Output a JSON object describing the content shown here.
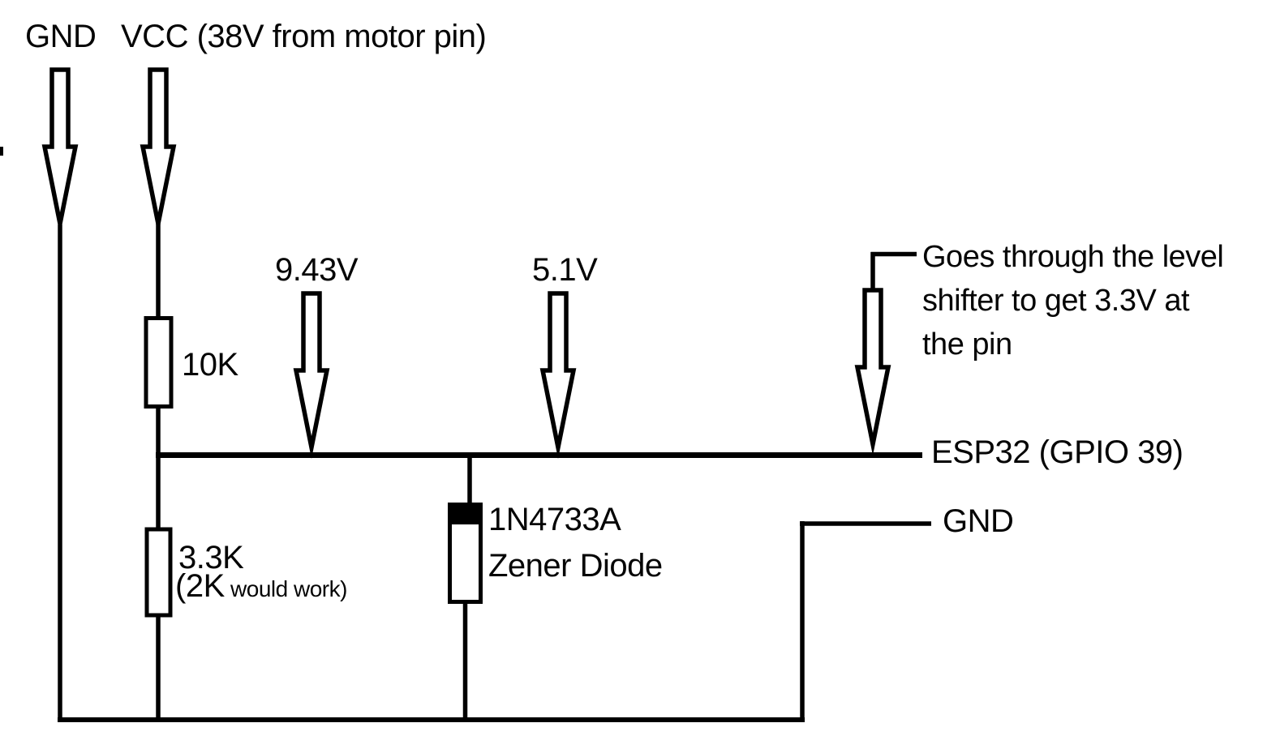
{
  "diagram": {
    "background": "#ffffff",
    "ink_color": "#000000",
    "power": {
      "gnd_label": "GND",
      "vcc_label": "VCC (38V from motor pin)"
    },
    "voltages": {
      "divider_node": "9.43V",
      "zener_node": "5.1V"
    },
    "components": {
      "r1_value": "10K",
      "r2_value": "3.3K",
      "r2_note_value": "(2K",
      "r2_note_rest": " would work)",
      "zener_part": "1N4733A",
      "zener_type": "Zener Diode"
    },
    "pins": {
      "signal": "ESP32 (GPIO 39)",
      "ground": "GND"
    },
    "note": {
      "line1": "Goes through the level",
      "line2": "shifter to get 3.3V at",
      "line3": "the pin"
    }
  }
}
